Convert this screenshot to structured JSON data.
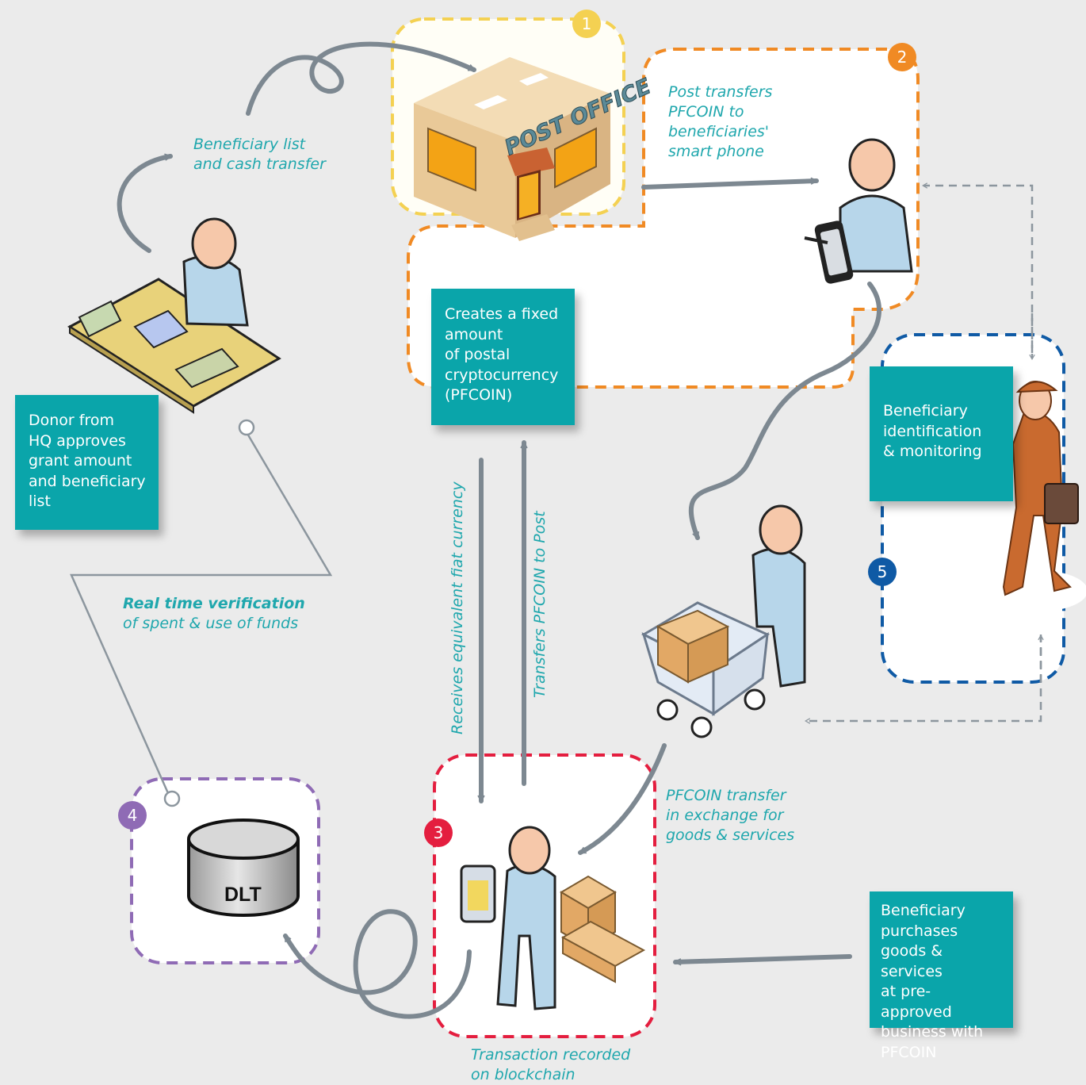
{
  "steps": [
    {
      "number": "1",
      "color": "#f4d152"
    },
    {
      "number": "2",
      "color": "#f08a24"
    },
    {
      "number": "3",
      "color": "#e41e3f"
    },
    {
      "number": "4",
      "color": "#8f6bb5"
    },
    {
      "number": "5",
      "color": "#0f5aa5"
    }
  ],
  "building": {
    "sign": "POST OFFICE"
  },
  "dlt": {
    "label": "DLT"
  },
  "boxes": {
    "donor": [
      "Donor from",
      "HQ approves",
      "grant amount",
      "and beneficiary",
      "list"
    ],
    "creates": [
      "Creates a fixed",
      "amount",
      "of postal",
      "cryptocurrency",
      "(PFCOIN)"
    ],
    "identification": [
      "Beneficiary",
      "identification",
      "& monitoring"
    ],
    "purchases": [
      "Beneficiary",
      "purchases",
      "goods & services",
      "at pre-approved",
      "business with",
      "PFCOIN"
    ]
  },
  "labels": {
    "beneficiary_list": [
      "Beneficiary list",
      "and cash transfer"
    ],
    "post_transfers": [
      "Post transfers",
      "PFCOIN to",
      "beneficiaries'",
      "smart phone"
    ],
    "real_time_a": "Real time verification",
    "real_time_b": "of spent & use of funds",
    "receives": "Receives equivalent fiat currency",
    "transfers_post": "Transfers PFCOIN to Post",
    "pfcoin_transfer": [
      "PFCOIN transfer",
      "in exchange for",
      "goods & services"
    ],
    "recorded": [
      "Transaction recorded",
      "on blockchain"
    ]
  },
  "colors": {
    "background": "#ebebeb",
    "teal_box": "#0aa5aa",
    "teal_text": "#1fa7ad",
    "arrow_gray": "#7d8891"
  }
}
